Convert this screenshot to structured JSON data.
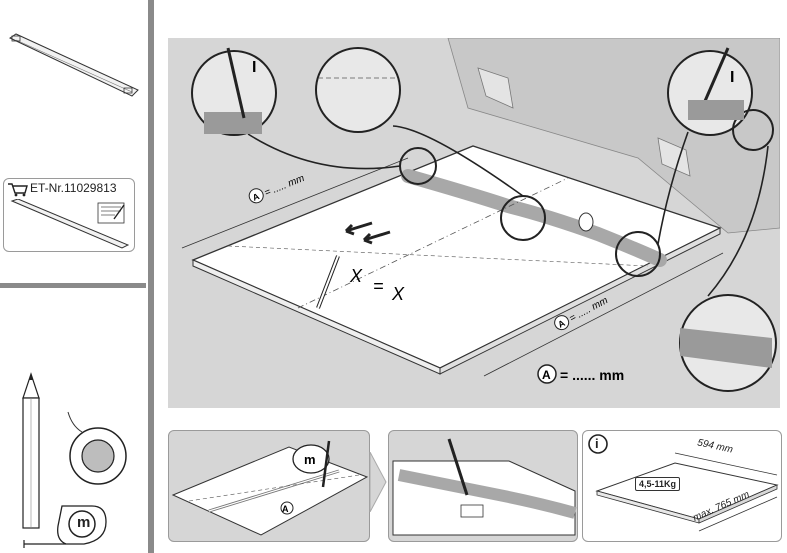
{
  "sidebar": {
    "part_number": "ET-Nr.11029813",
    "tape_measure_letter": "m"
  },
  "main": {
    "dimension_label_a": "A",
    "dimension_value": "= ...... mm",
    "edge_label_top": "= ..... mm",
    "edge_label_right": "= ..... mm",
    "marker_x": "X",
    "marker_eq": "=",
    "tool_mark": "I"
  },
  "step1": {
    "tape_letter": "m",
    "dimension_label": "A"
  },
  "info": {
    "icon": "i",
    "width_label": "594 mm",
    "depth_label": "max. 765 mm",
    "weight_label": "4,5-11Kg"
  }
}
